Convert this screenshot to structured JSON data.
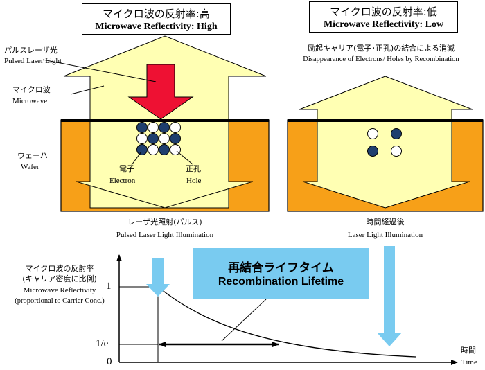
{
  "left_panel": {
    "title_jp": "マイクロ波の反射率:高",
    "title_en": "Microwave Reflectivity: High",
    "pulsed_laser_jp": "パルスレーザ光",
    "pulsed_laser_en": "Pulsed Laser Light",
    "microwave_jp": "マイクロ波",
    "microwave_en": "Microwave",
    "wafer_jp": "ウェーハ",
    "wafer_en": "Wafer",
    "electron_jp": "電子",
    "electron_en": "Electron",
    "hole_jp": "正孔",
    "hole_en": "Hole",
    "caption_jp": "レーザ光照射(パルス)",
    "caption_en": "Pulsed Laser Light Illumination"
  },
  "right_panel": {
    "title_jp": "マイクロ波の反射率:低",
    "title_en": "Microwave Reflectivity: Low",
    "recomb_jp": "励起キャリア(電子･正孔)の結合による消滅",
    "recomb_en": "Disappearance of Electrons/ Holes by Recombination",
    "caption_jp": "時間経過後",
    "caption_en": "Laser Light Illumination"
  },
  "graph": {
    "ylabel_jp1": "マイクロ波の反射率",
    "ylabel_jp2": "(キャリア密度に比例)",
    "ylabel_en1": "Microwave Reflectivity",
    "ylabel_en2": "(proportional to Carrier Conc.)",
    "tick_1": "1",
    "tick_1e": "1/e",
    "tick_0": "0",
    "xlabel_jp": "時間",
    "xlabel_en": "Time",
    "lifetime_jp": "再結合ライフタイム",
    "lifetime_en": "Recombination Lifetime"
  },
  "colors": {
    "pale_yellow": "#ffffb3",
    "orange": "#f7a018",
    "red": "#ee1133",
    "blue_arrow": "#79cbf0",
    "dot_blue": "#1f3f6e"
  }
}
